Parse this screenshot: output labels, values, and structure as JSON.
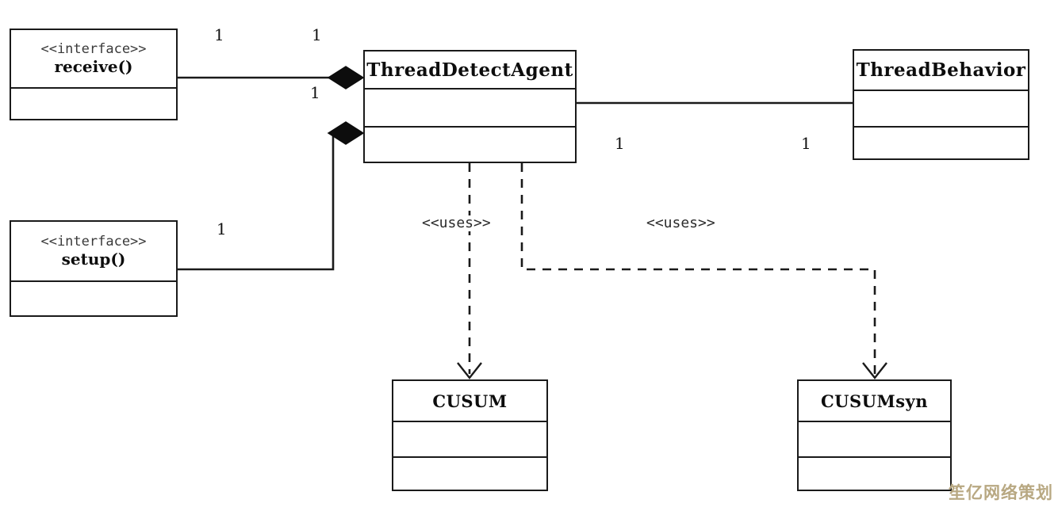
{
  "diagram": {
    "type": "uml-class-diagram",
    "background_color": "#ffffff",
    "line_color": "#1a1a1a"
  },
  "interfaces": [
    {
      "id": "receive",
      "stereotype": "《 interface 》",
      "stereotype_text": "<<interface>>",
      "operation": "receive()"
    },
    {
      "id": "setup",
      "stereotype_text": "<<interface>>",
      "operation": "setup()"
    }
  ],
  "classes": [
    {
      "id": "thread-detect-agent",
      "name": "ThreadDetectAgent"
    },
    {
      "id": "thread-behavior",
      "name": "ThreadBehavior"
    },
    {
      "id": "cusum",
      "name": "CUSUM"
    },
    {
      "id": "cusumsyn",
      "name": "CUSUMsyn"
    }
  ],
  "multiplicities": [
    {
      "id": "m1",
      "value": "1"
    },
    {
      "id": "m2",
      "value": "1"
    },
    {
      "id": "m3",
      "value": "1"
    },
    {
      "id": "m4",
      "value": "1"
    },
    {
      "id": "m5",
      "value": "1"
    },
    {
      "id": "m6",
      "value": "1"
    }
  ],
  "dependencies": [
    {
      "id": "uses-cusum",
      "label": "《uses》",
      "label_text": "<<uses>>"
    },
    {
      "id": "uses-cusumsyn",
      "label_text": "<<uses>>"
    }
  ],
  "watermark": {
    "text": "笙亿网络策划",
    "color": "#b8a882"
  }
}
